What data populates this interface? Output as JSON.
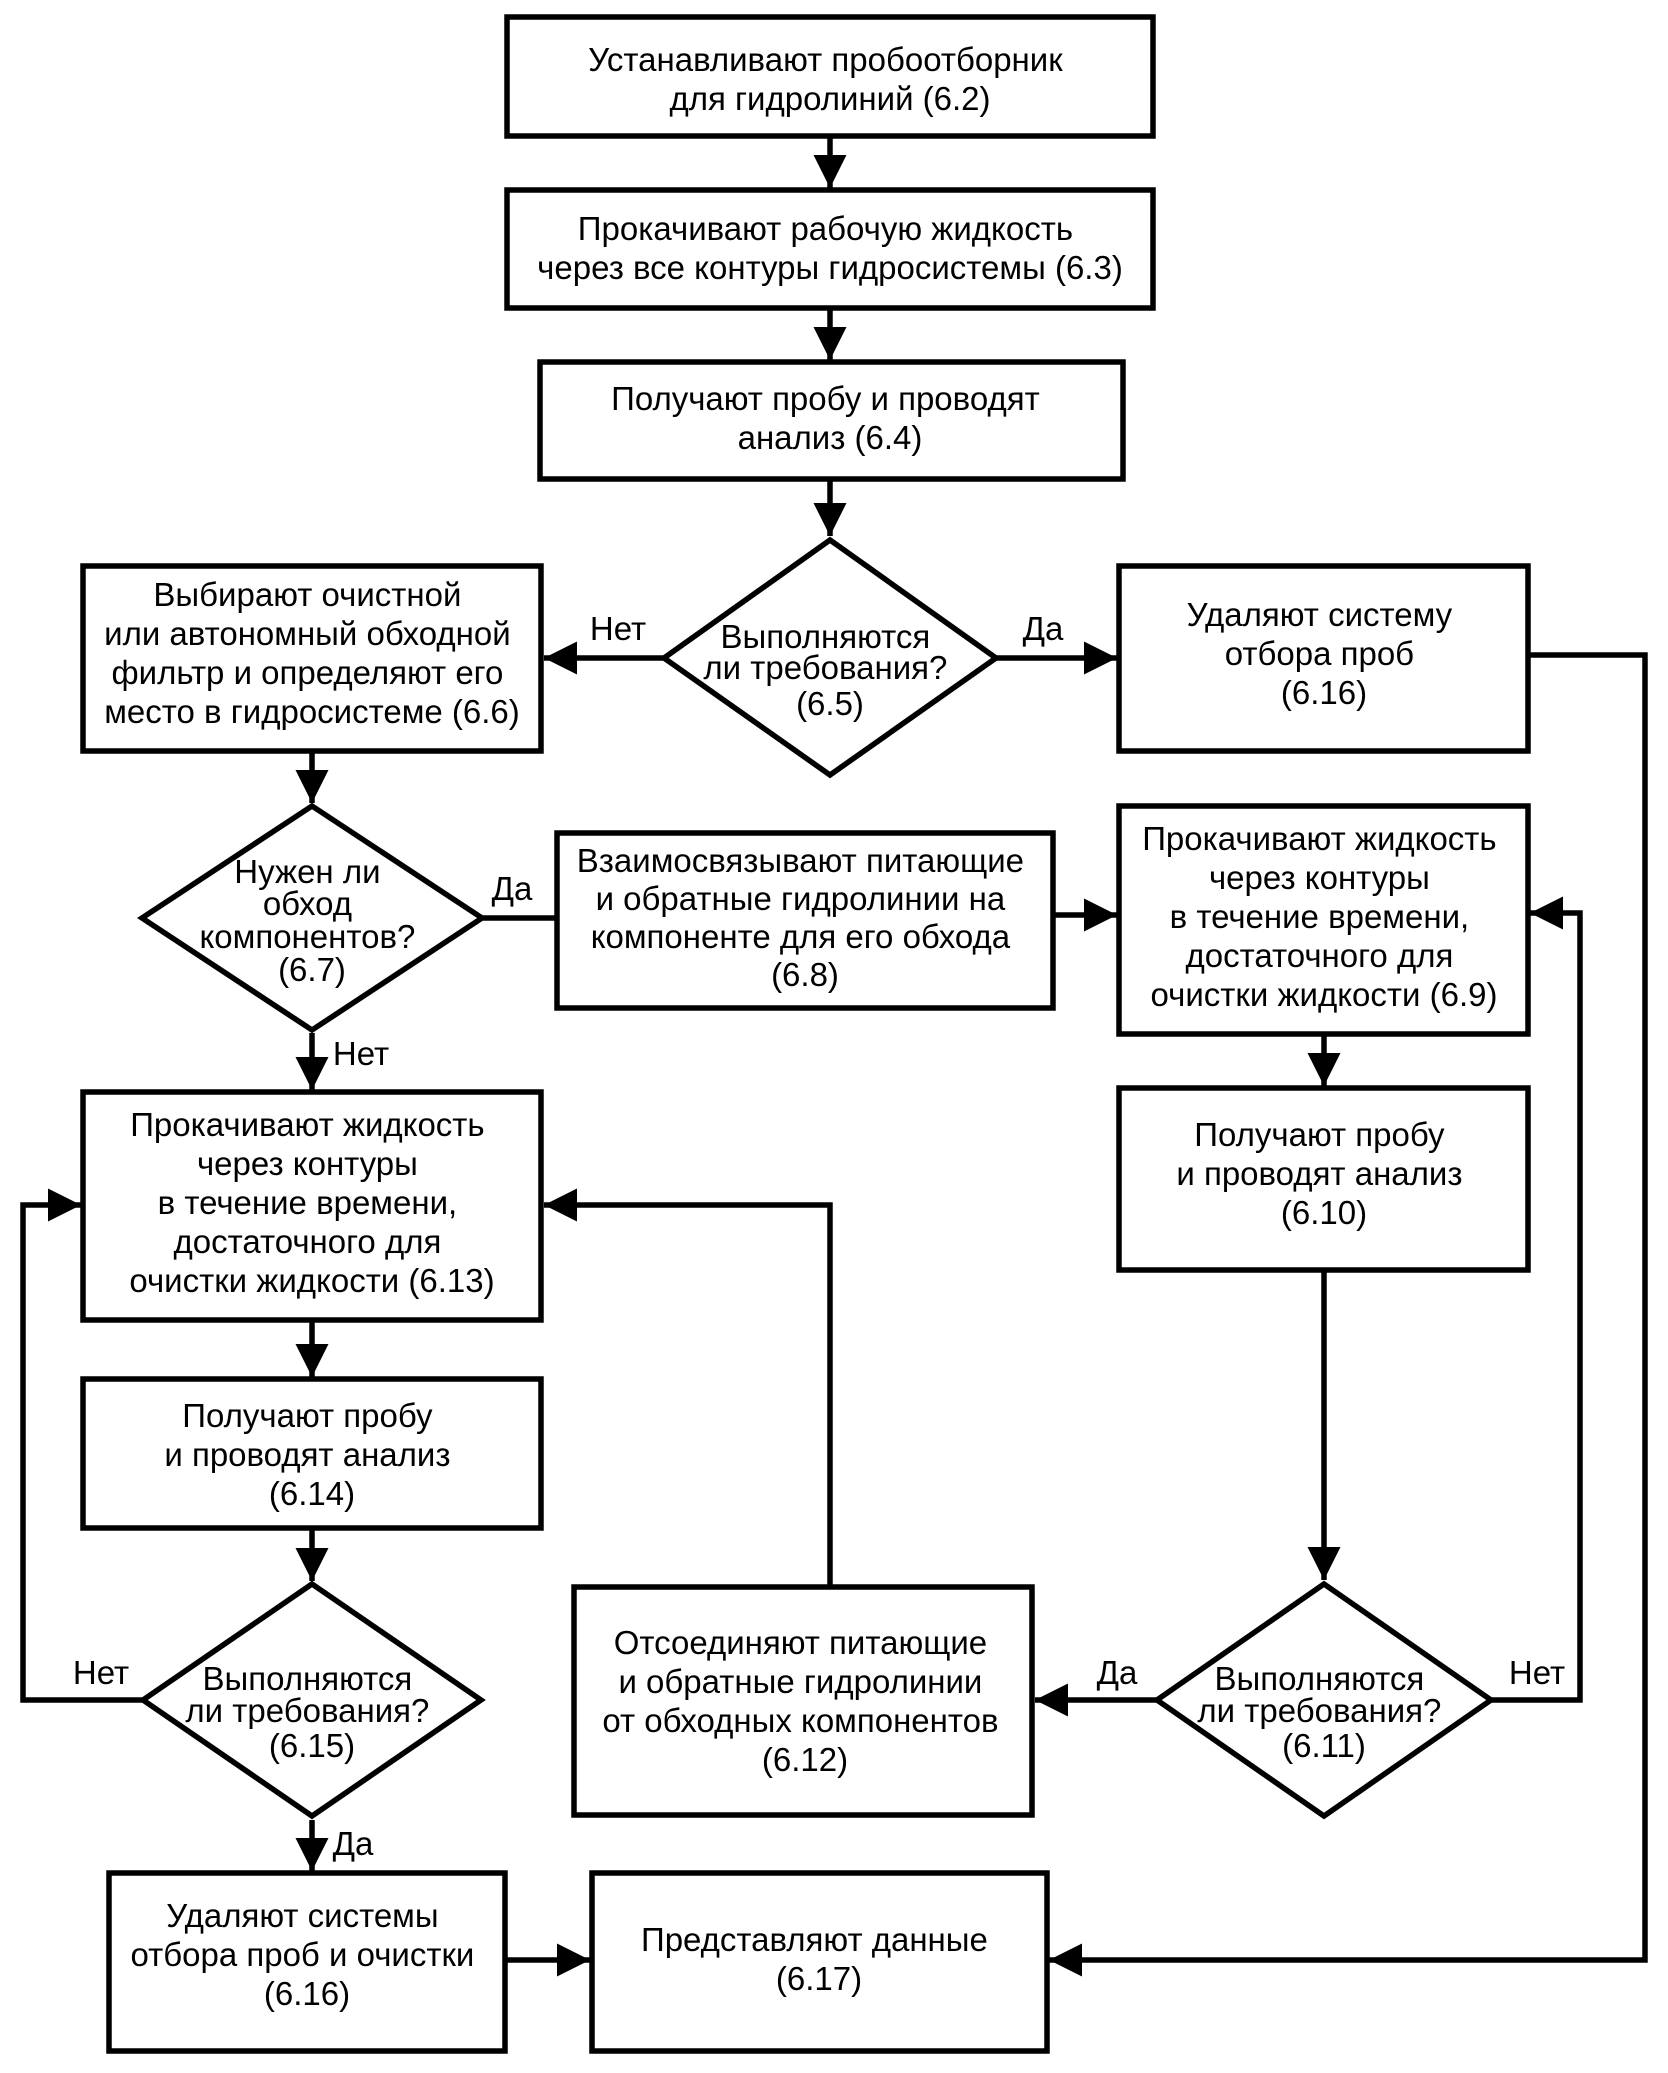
{
  "nodes": {
    "n6_2": [
      "Устанавливают пробоотборник",
      "для гидролиний (6.2)"
    ],
    "n6_3": [
      "Прокачивают рабочую жидкость",
      "через все контуры гидросистемы (6.3)"
    ],
    "n6_4": [
      "Получают пробу и проводят",
      "анализ (6.4)"
    ],
    "n6_5": [
      "Выполняются",
      "ли требования?",
      "(6.5)"
    ],
    "n6_6": [
      "Выбирают очистной",
      "или автономный обходной",
      "фильтр и определяют его",
      "место в гидросистеме (6.6)"
    ],
    "n6_16a": [
      "Удаляют систему",
      "отбора проб",
      "(6.16)"
    ],
    "n6_7": [
      "Нужен ли",
      "обход",
      "компонентов?",
      "(6.7)"
    ],
    "n6_8": [
      "Взаимосвязывают питающие",
      "и обратные гидролинии на",
      "компоненте для его обхода",
      "(6.8)"
    ],
    "n6_9": [
      "Прокачивают жидкость",
      "через контуры",
      "в течение времени,",
      "достаточного для",
      "очистки жидкости (6.9)"
    ],
    "n6_13": [
      "Прокачивают жидкость",
      "через контуры",
      "в течение времени,",
      "достаточного для",
      "очистки жидкости (6.13)"
    ],
    "n6_10": [
      "Получают пробу",
      "и проводят анализ",
      "(6.10)"
    ],
    "n6_14": [
      "Получают пробу",
      "и проводят анализ",
      "(6.14)"
    ],
    "n6_15": [
      "Выполняются",
      "ли требования?",
      "(6.15)"
    ],
    "n6_12": [
      "Отсоединяют питающие",
      "и обратные гидролинии",
      "от обходных компонентов",
      "(6.12)"
    ],
    "n6_11": [
      "Выполняются",
      "ли требования?",
      "(6.11)"
    ],
    "n6_16b": [
      "Удаляют системы",
      "отбора проб и очистки",
      "(6.16)"
    ],
    "n6_17": [
      "Представляют данные",
      "(6.17)"
    ]
  },
  "labels": {
    "yes": "Да",
    "no": "Нет"
  }
}
